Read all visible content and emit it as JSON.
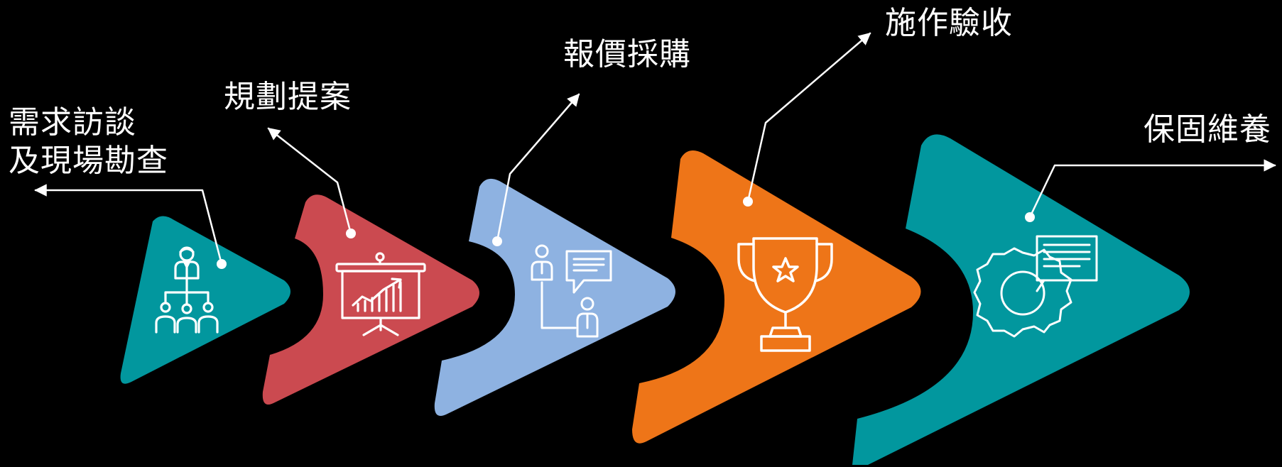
{
  "process_steps": [
    {
      "id": "step-1",
      "label_lines": [
        "需求訪談",
        "及現場勘查"
      ],
      "color": "#02979E",
      "icon": "org-chart-presenter-icon"
    },
    {
      "id": "step-2",
      "label_lines": [
        "規劃提案"
      ],
      "color": "#CB4A50",
      "icon": "presentation-board-growth-chart-icon"
    },
    {
      "id": "step-3",
      "label_lines": [
        "報價採購"
      ],
      "color": "#8EB2E1",
      "icon": "negotiation-chat-people-icon"
    },
    {
      "id": "step-4",
      "label_lines": [
        "施作驗收"
      ],
      "color": "#EE7518",
      "icon": "trophy-star-icon"
    },
    {
      "id": "step-5",
      "label_lines": [
        "保固維養"
      ],
      "color": "#02979E",
      "icon": "gear-report-icon"
    }
  ],
  "theme": {
    "background": "#000000",
    "text": "#FFFFFF",
    "connector": "#FFFFFF"
  }
}
